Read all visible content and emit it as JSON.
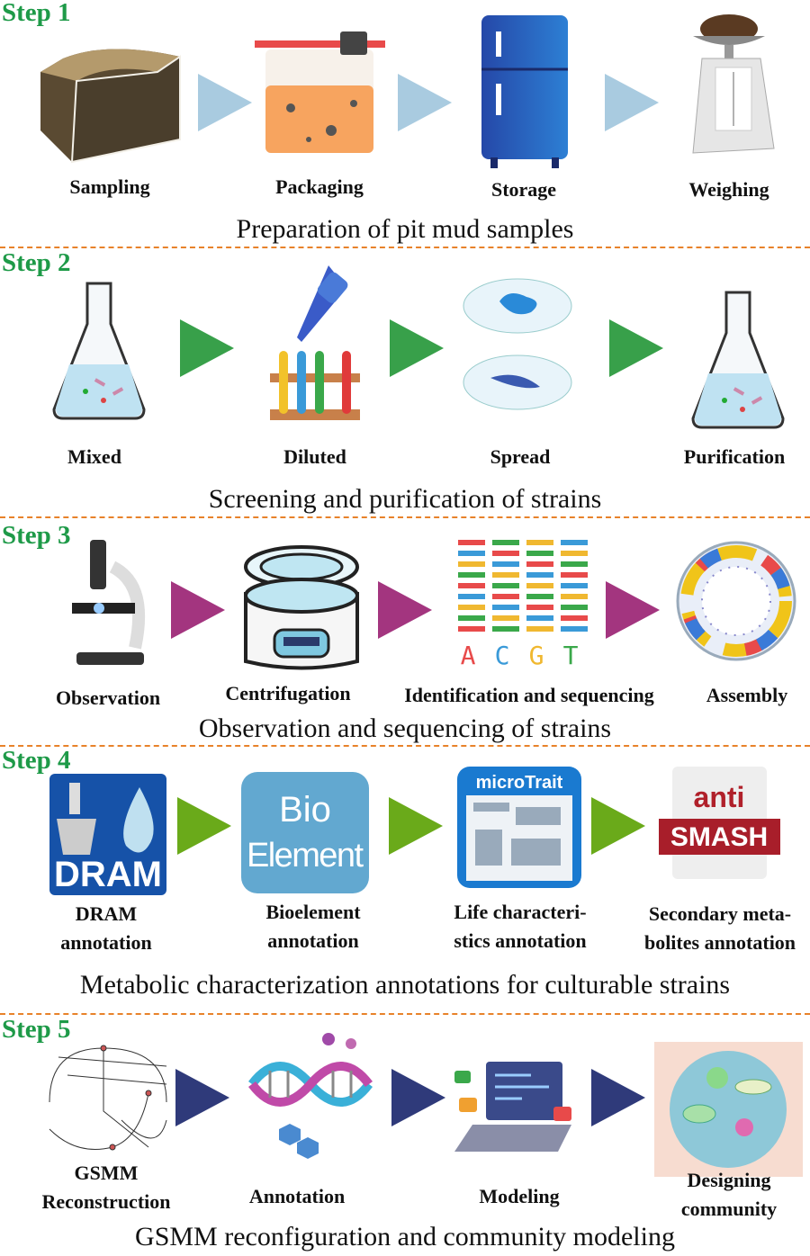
{
  "steps": [
    {
      "step_label": "Step 1",
      "caption": "Preparation of pit mud samples",
      "arrow_color": "#a9cbe0",
      "items": [
        {
          "label": "Sampling",
          "icon": "soil-block-icon"
        },
        {
          "label": "Packaging",
          "icon": "sample-bag-icon"
        },
        {
          "label": "Storage",
          "icon": "refrigerator-icon"
        },
        {
          "label": "Weighing",
          "icon": "scale-icon"
        }
      ]
    },
    {
      "step_label": "Step 2",
      "caption": "Screening and purification of strains",
      "arrow_color": "#38a04a",
      "items": [
        {
          "label": "Mixed",
          "icon": "flask-icon"
        },
        {
          "label": "Diluted",
          "icon": "pipette-test-tubes-icon"
        },
        {
          "label": "Spread",
          "icon": "petri-dish-icon"
        },
        {
          "label": "Purification",
          "icon": "flask-icon"
        }
      ]
    },
    {
      "step_label": "Step 3",
      "caption": "Observation and sequencing of strains",
      "arrow_color": "#a3357f",
      "items": [
        {
          "label": "Observation",
          "icon": "microscope-icon"
        },
        {
          "label": "Centrifugation",
          "icon": "centrifuge-icon"
        },
        {
          "label": "Identification and sequencing",
          "icon": "dna-sequence-icon",
          "letters": [
            "A",
            "C",
            "G",
            "T"
          ]
        },
        {
          "label": "Assembly",
          "icon": "genome-circle-icon"
        }
      ]
    },
    {
      "step_label": "Step 4",
      "caption": "Metabolic characterization annotations for culturable strains",
      "arrow_color": "#6aaa1a",
      "items": [
        {
          "label": "DRAM\nannotation",
          "icon": "dram-logo-icon",
          "logo_text": "DRAM"
        },
        {
          "label": "Bioelement\nannotation",
          "icon": "bioelement-logo-icon",
          "logo_text": "Bio\nElement"
        },
        {
          "label": "Life characteri-\nstics annotation",
          "icon": "microtrait-logo-icon",
          "logo_text": "microTrait"
        },
        {
          "label": "Secondary meta-\nbolites annotation",
          "icon": "antismash-logo-icon",
          "logo_text": "anti\nSMASH"
        }
      ]
    },
    {
      "step_label": "Step 5",
      "caption": "GSMM reconfiguration and community modeling",
      "arrow_color": "#2f3a7a",
      "items": [
        {
          "label": "GSMM\nReconstruction",
          "icon": "metabolic-network-icon"
        },
        {
          "label": "Annotation",
          "icon": "dna-helix-icon"
        },
        {
          "label": "Modeling",
          "icon": "laptop-code-icon"
        },
        {
          "label": "Designing\ncommunity",
          "icon": "microbe-community-icon"
        }
      ]
    }
  ]
}
